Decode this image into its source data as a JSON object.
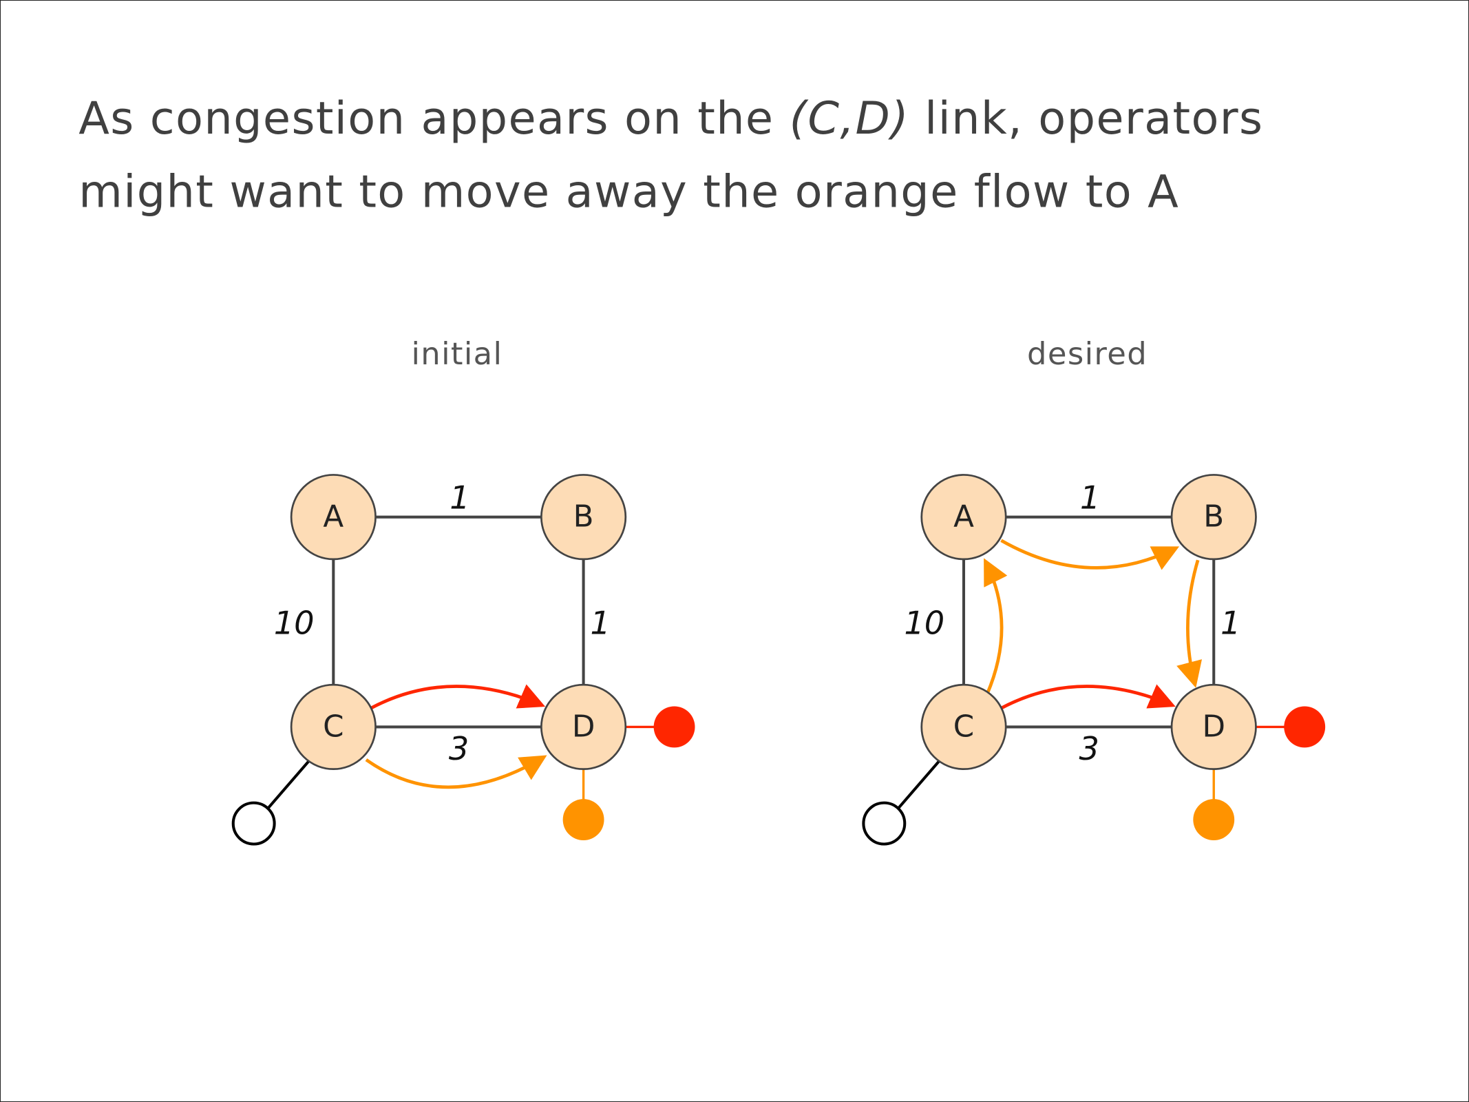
{
  "title": {
    "line1_pre": "As congestion appears on the ",
    "line1_em": "(C,D)",
    "line1_post": " link, operators",
    "line2": "might want to move away the orange flow to A"
  },
  "diagrams": [
    {
      "label": "initial",
      "nodes": [
        "A",
        "B",
        "C",
        "D"
      ],
      "weights": {
        "AB": "1",
        "AC": "10",
        "BD": "1",
        "CD": "3"
      }
    },
    {
      "label": "desired",
      "nodes": [
        "A",
        "B",
        "C",
        "D"
      ],
      "weights": {
        "AB": "1",
        "AC": "10",
        "BD": "1",
        "CD": "3"
      }
    }
  ],
  "colors": {
    "node_fill": "#fddcb6",
    "red_flow": "#ff2600",
    "orange_flow": "#ff9300",
    "link": "#444444"
  }
}
